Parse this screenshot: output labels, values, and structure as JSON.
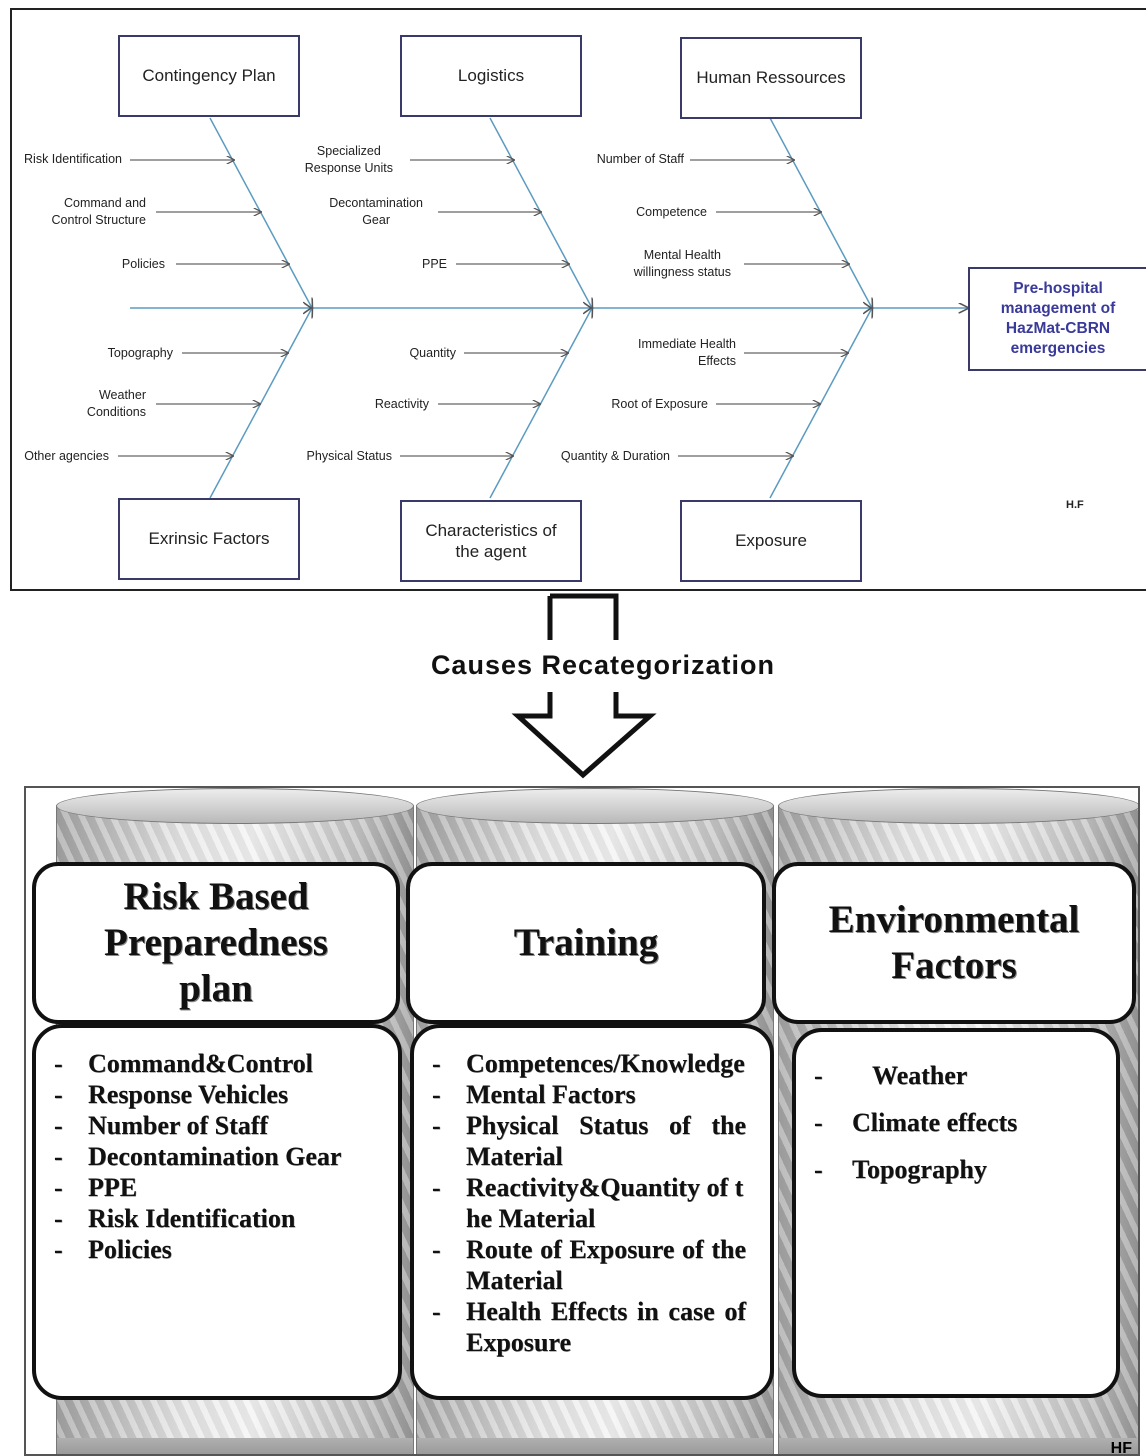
{
  "fishbone": {
    "categories_top": [
      {
        "label": "Contingency Plan"
      },
      {
        "label": "Logistics"
      },
      {
        "label": "Human Ressources"
      }
    ],
    "categories_bottom": [
      {
        "label": "Exrinsic Factors"
      },
      {
        "label": "Characteristics of the agent"
      },
      {
        "label": "Exposure"
      }
    ],
    "causes": {
      "contingency_plan": [
        "Risk Identification",
        "Command and\nControl Structure",
        "Policies"
      ],
      "logistics": [
        "Specialized\nResponse Units",
        "Decontamination\nGear",
        "PPE"
      ],
      "human_resources": [
        "Number of Staff",
        "Competence",
        "Mental Health\nwillingness status"
      ],
      "extrinsic_factors": [
        "Topography",
        "Weather\nConditions",
        "Other agencies"
      ],
      "agent": [
        "Quantity",
        "Reactivity",
        "Physical Status"
      ],
      "exposure": [
        "Immediate Health\nEffects",
        "Root of Exposure",
        "Quantity & Duration"
      ]
    },
    "effect": "Pre-hospital management of HazMat-CBRN emergencies",
    "signature": "H.F"
  },
  "arrow": {
    "label": "Causes Recategorization"
  },
  "pillars": [
    {
      "title": "Risk Based Preparedness plan",
      "items": [
        "Command&Control",
        "Response Vehicles",
        "Number of Staff",
        "Decontamination Gear",
        "PPE",
        "Risk Identification",
        "Policies"
      ]
    },
    {
      "title": "Training",
      "items": [
        "Competences/Knowledge",
        "Mental Factors",
        "Physical Status of the Material",
        "Reactivity&Quantity of the Material",
        "Route of Exposure of the Material",
        "Health Effects in case of Exposure"
      ]
    },
    {
      "title": "Environmental Factors",
      "items": [
        "Weather",
        "Climate effects",
        "Topography"
      ]
    }
  ],
  "bottom_signature": "HF",
  "colors": {
    "bone": "#5b9bc0",
    "effect_text": "#3a3a9a",
    "box_border": "#3a3a6a"
  }
}
